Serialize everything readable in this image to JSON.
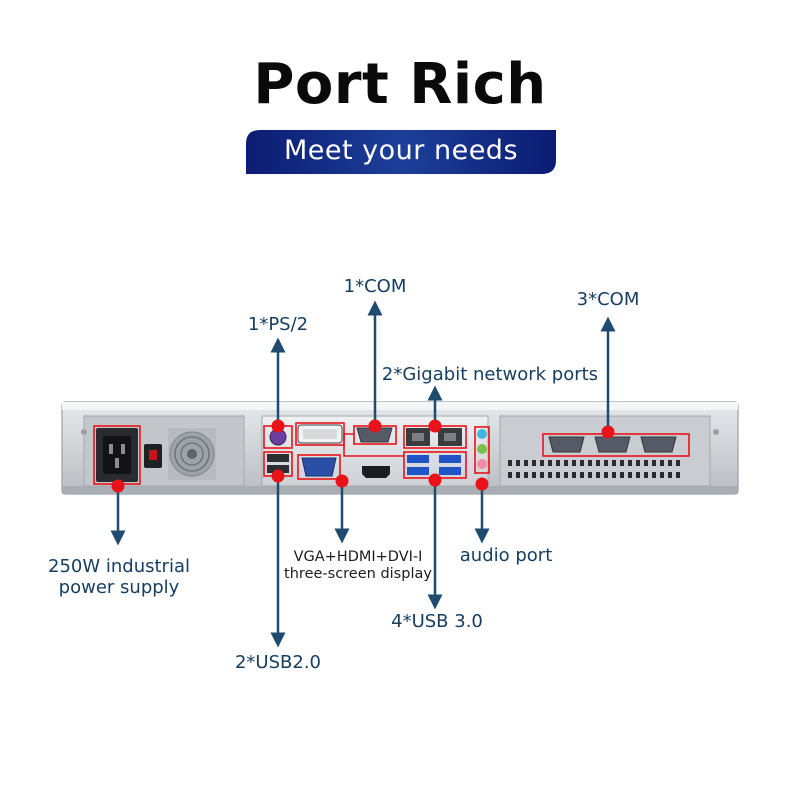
{
  "header": {
    "title": "Port Rich",
    "subtitle": "Meet your needs"
  },
  "ports": {
    "com1": "1*COM",
    "com3": "3*COM",
    "ps2": "1*PS/2",
    "network": "2*Gigabit network ports",
    "power_line1": "250W industrial",
    "power_line2": "power supply",
    "display_line1": "VGA+HDMI+DVI-I",
    "display_line2": "three-screen display",
    "audio": "audio port",
    "usb3": "4*USB 3.0",
    "usb2": "2*USB2.0"
  },
  "colors": {
    "label_text": "#163e60",
    "arrow": "#1f4c6e",
    "marker_dot": "#e8131a",
    "banner_dark": "#0d1f7a",
    "banner_light": "#1e4fa8"
  }
}
